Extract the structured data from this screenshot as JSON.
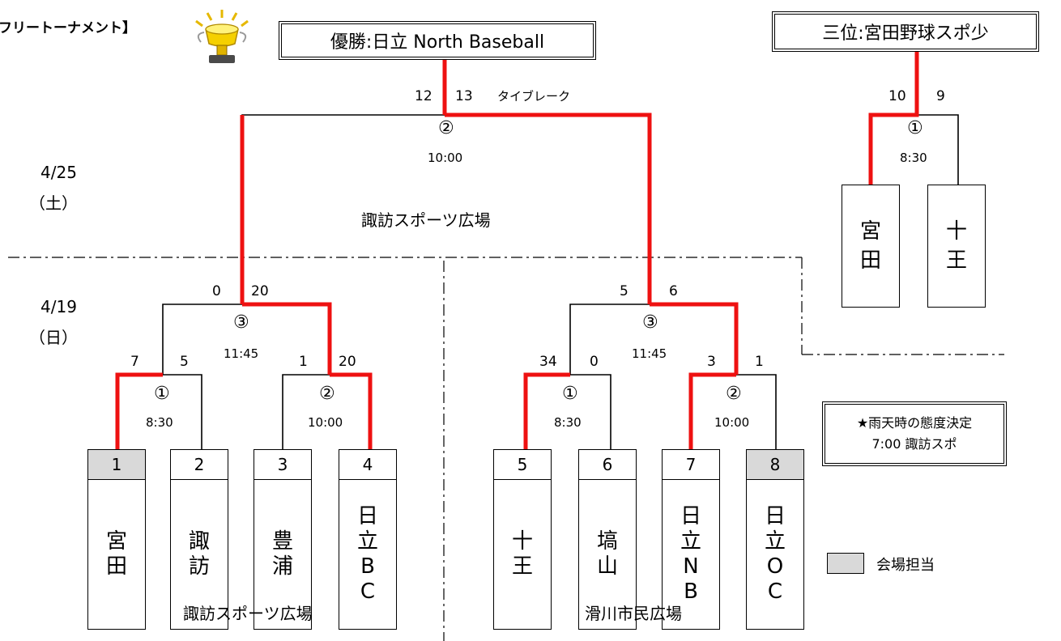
{
  "title": "フリートーナメント】",
  "champion_label": "優勝:日立 North Baseball",
  "third_label": "三位:宮田野球スポ少",
  "rain_notice": {
    "line1": "★雨天時の態度決定",
    "line2": "7:00 諏訪スポ"
  },
  "legend_label": "会場担当",
  "colors": {
    "winner_line": "#ee1111",
    "line": "#000000",
    "host_fill": "#d9d9d9"
  },
  "dates": {
    "final": {
      "date": "4/25",
      "day": "（土）"
    },
    "first": {
      "date": "4/19",
      "day": "（日）"
    }
  },
  "venues": {
    "final": "諏訪スポーツ広場",
    "left": "諏訪スポーツ広場",
    "right": "滑川市民広場"
  },
  "final": {
    "score_left": "12",
    "score_right": "13",
    "note": "タイブレーク",
    "game": "②",
    "time": "10:00"
  },
  "third_place": {
    "score_left": "10",
    "score_right": "9",
    "game": "①",
    "time": "8:30",
    "team_left": [
      "宮",
      "田"
    ],
    "team_right": [
      "十",
      "王"
    ]
  },
  "semis": [
    {
      "score_left": "0",
      "score_right": "20",
      "game": "③",
      "time": "11:45"
    },
    {
      "score_left": "5",
      "score_right": "6",
      "game": "③",
      "time": "11:45"
    }
  ],
  "first_round": [
    {
      "score_left": "7",
      "score_right": "5",
      "game": "①",
      "time": "8:30"
    },
    {
      "score_left": "1",
      "score_right": "20",
      "game": "②",
      "time": "10:00"
    },
    {
      "score_left": "34",
      "score_right": "0",
      "game": "①",
      "time": "8:30"
    },
    {
      "score_left": "3",
      "score_right": "1",
      "game": "②",
      "time": "10:00"
    }
  ],
  "teams": [
    {
      "num": "1",
      "name": [
        "宮",
        "田"
      ],
      "host": true
    },
    {
      "num": "2",
      "name": [
        "諏",
        "訪"
      ],
      "host": false
    },
    {
      "num": "3",
      "name": [
        "豊",
        "浦"
      ],
      "host": false
    },
    {
      "num": "4",
      "name": [
        "日",
        "立",
        "B",
        "C"
      ],
      "host": false
    },
    {
      "num": "5",
      "name": [
        "十",
        "王"
      ],
      "host": false
    },
    {
      "num": "6",
      "name": [
        "塙",
        "山"
      ],
      "host": false
    },
    {
      "num": "7",
      "name": [
        "日",
        "立",
        "N",
        "B"
      ],
      "host": false
    },
    {
      "num": "8",
      "name": [
        "日",
        "立",
        "O",
        "C"
      ],
      "host": true
    }
  ]
}
